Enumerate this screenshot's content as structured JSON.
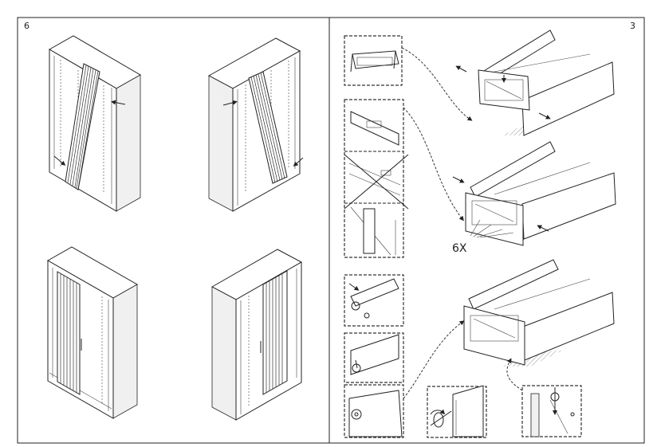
{
  "page_numbers": {
    "left": "6",
    "right": "3"
  },
  "callouts": {
    "quantity": "6X"
  },
  "icons": [
    "arrow-icon",
    "screw-icon",
    "screwdriver-icon",
    "cross-out-icon"
  ],
  "colors": {
    "line": "#222222",
    "background": "#ffffff",
    "shadow_hatch": "#999999"
  }
}
